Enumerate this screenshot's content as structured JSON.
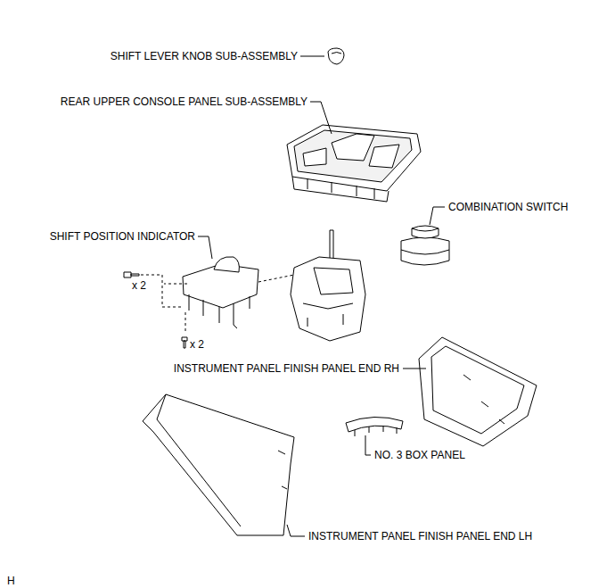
{
  "diagram": {
    "labels": [
      "SHIFT LEVER KNOB SUB-ASSEMBLY",
      "REAR UPPER CONSOLE PANEL SUB-ASSEMBLY",
      "COMBINATION SWITCH",
      "SHIFT POSITION INDICATOR",
      "x 2",
      "x 2",
      "INSTRUMENT PANEL FINISH PANEL END RH",
      "NO. 3 BOX PANEL",
      "INSTRUMENT PANEL FINISH PANEL END LH",
      "H"
    ]
  }
}
